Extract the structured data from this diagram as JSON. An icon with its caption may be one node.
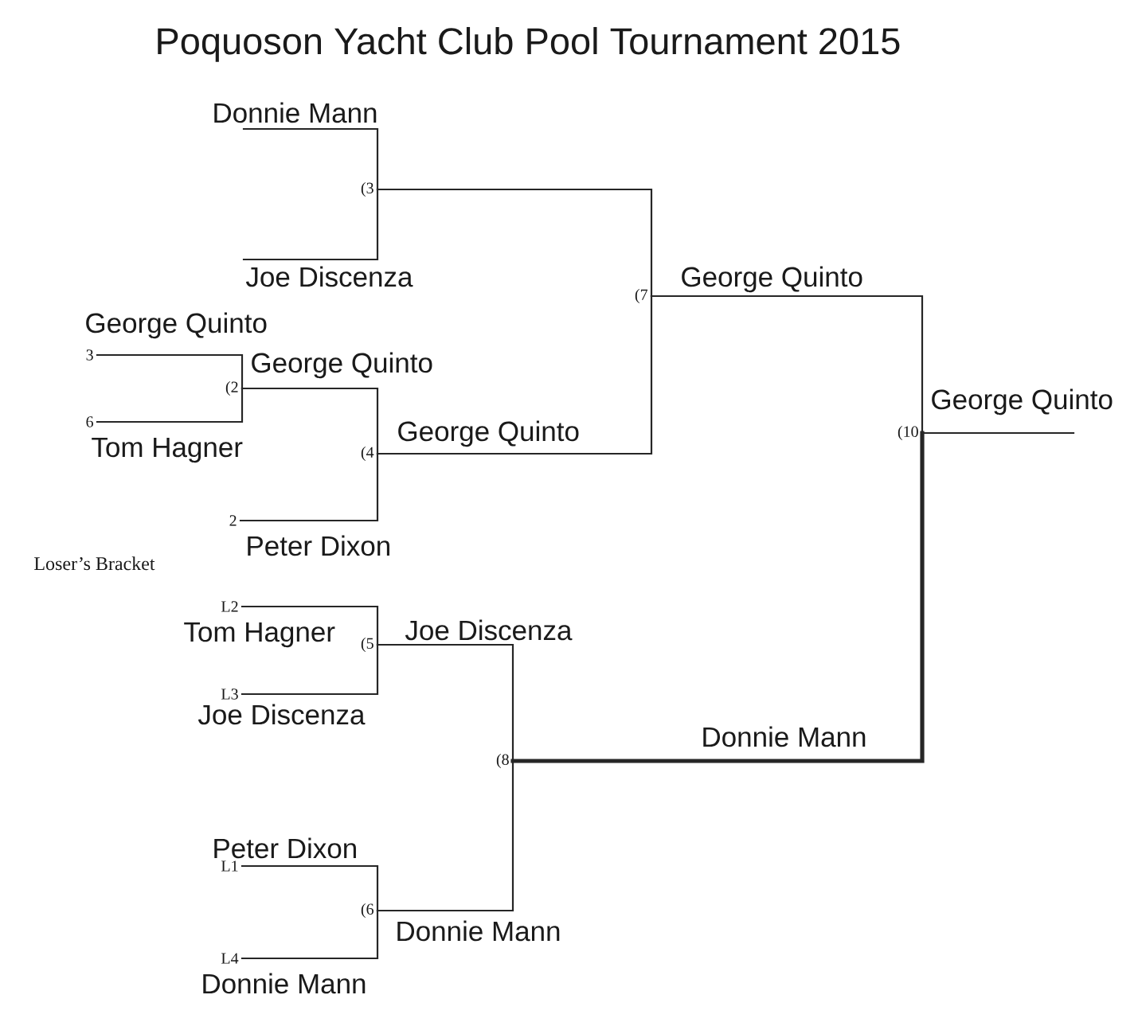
{
  "diagram": {
    "title": "Poquoson Yacht Club Pool Tournament 2015",
    "nodes": [
      {
        "text": [
          "(3"
        ]
      },
      {
        "text": [
          "(7"
        ]
      },
      {
        "text": [
          "3"
        ]
      },
      {
        "text": [
          "(2"
        ]
      },
      {
        "text": [
          "6"
        ]
      },
      {
        "text": [
          "(10"
        ]
      },
      {
        "text": [
          "(4"
        ]
      },
      {
        "text": [
          "2"
        ]
      },
      {
        "text": [
          "L2"
        ]
      },
      {
        "text": [
          "(5"
        ]
      },
      {
        "text": [
          "L3"
        ]
      },
      {
        "text": [
          "(8"
        ]
      },
      {
        "text": [
          "L1"
        ]
      },
      {
        "text": [
          "(6"
        ]
      },
      {
        "text": [
          "L4"
        ]
      }
    ],
    "edges": [
      {
        "from": null,
        "to": 0,
        "arrow": "none",
        "label": "Donnie Mann"
      },
      {
        "from": null,
        "to": 0,
        "arrow": "none",
        "label": "Joe Discenza"
      },
      {
        "from": 2,
        "to": 3,
        "arrow": "none",
        "label": "George Quinto"
      },
      {
        "from": 4,
        "to": 3,
        "arrow": "none",
        "label": "Tom Hagner"
      },
      {
        "from": 3,
        "to": 6,
        "arrow": "none",
        "label": "George Quinto"
      },
      {
        "from": 7,
        "to": 6,
        "arrow": "none",
        "label": "Peter Dixon"
      },
      {
        "from": 0,
        "to": 1,
        "arrow": "none"
      },
      {
        "from": 6,
        "to": 1,
        "arrow": "none",
        "label": "George Quinto"
      },
      {
        "from": 1,
        "to": 5,
        "arrow": "none",
        "label": "George Quinto"
      },
      {
        "from": 5,
        "to": null,
        "arrow": "none",
        "label": "George Quinto"
      },
      {
        "from": 8,
        "to": 9,
        "arrow": "none",
        "label": "Tom Hagner"
      },
      {
        "from": 10,
        "to": 9,
        "arrow": "none",
        "label": "Joe Discenza"
      },
      {
        "from": 9,
        "to": 11,
        "arrow": "none",
        "label": "Joe Discenza"
      },
      {
        "from": 12,
        "to": 13,
        "arrow": "none",
        "label": "Peter Dixon"
      },
      {
        "from": 14,
        "to": 13,
        "arrow": "none",
        "label": "Donnie Mann"
      },
      {
        "from": 13,
        "to": 11,
        "arrow": "none",
        "label": "Donnie Mann"
      },
      {
        "from": 11,
        "to": 5,
        "arrow": "none",
        "label": "Donnie Mann",
        "style": "thick"
      }
    ],
    "labels": [
      "Loser’s Bracket"
    ]
  }
}
